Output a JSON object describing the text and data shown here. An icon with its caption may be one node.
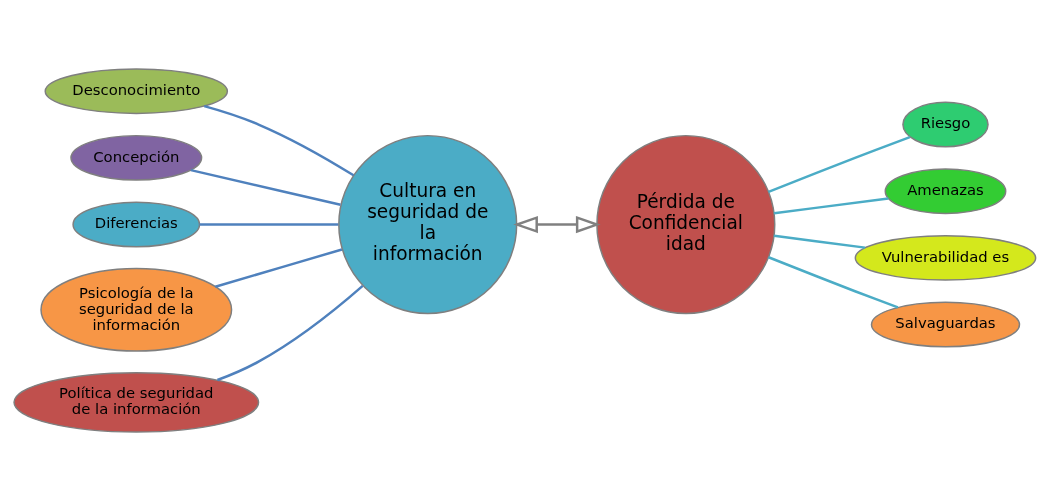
{
  "diagram": {
    "nodes": [
      {
        "text": [
          "Cultura en seguridad de la información"
        ]
      },
      {
        "text": [
          "Desconocimiento"
        ]
      },
      {
        "text": [
          "Concepción"
        ]
      },
      {
        "text": [
          "Diferencias"
        ]
      },
      {
        "text": [
          "Psicología de la seguridad de la información"
        ]
      },
      {
        "text": [
          "Política de seguridad de la información"
        ]
      },
      {
        "text": [
          "Pérdida de Confidencial idad"
        ]
      },
      {
        "text": [
          "Riesgo"
        ]
      },
      {
        "text": [
          "Amenazas"
        ]
      },
      {
        "text": [
          "Vulnerabilidad es"
        ]
      },
      {
        "text": [
          "Salvaguardas"
        ]
      }
    ],
    "edges": [
      {
        "from": 0,
        "to": 1,
        "arrow": "none"
      },
      {
        "from": 0,
        "to": 2,
        "arrow": "none"
      },
      {
        "from": 0,
        "to": 3,
        "arrow": "none"
      },
      {
        "from": 0,
        "to": 4,
        "arrow": "none"
      },
      {
        "from": 0,
        "to": 5,
        "arrow": "none"
      },
      {
        "from": 0,
        "to": 6,
        "arrow": "both",
        "color": "#808080"
      },
      {
        "from": 6,
        "to": 7,
        "arrow": "none",
        "color": "#4bacc6"
      },
      {
        "from": 6,
        "to": 8,
        "arrow": "none",
        "color": "#4bacc6"
      },
      {
        "from": 6,
        "to": 9,
        "arrow": "none",
        "color": "#4bacc6"
      },
      {
        "from": 6,
        "to": 10,
        "arrow": "none",
        "color": "#4bacc6"
      }
    ]
  }
}
